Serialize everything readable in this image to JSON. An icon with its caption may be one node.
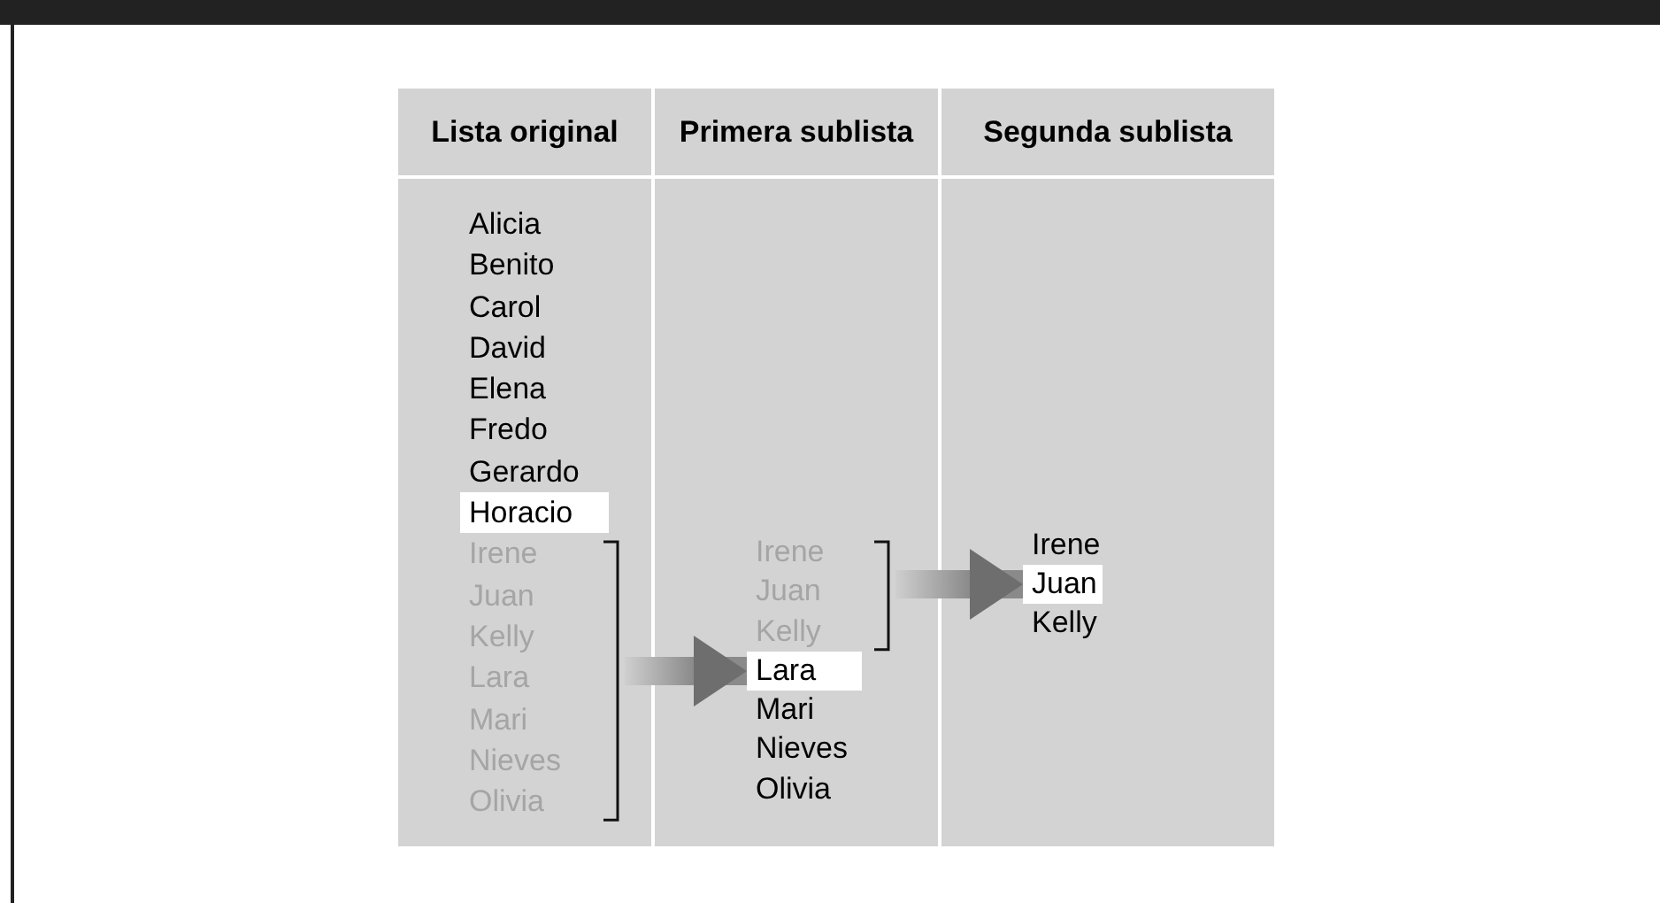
{
  "diagram": {
    "nodes": [
      {
        "text": [
          "Lista original",
          "Alicia",
          "Benito",
          "Carol",
          "David",
          "Elena",
          "Fredo",
          "Gerardo"
        ]
      },
      {
        "text": [
          "Horacio"
        ],
        "in": 0
      },
      {
        "text": [
          "Irene",
          "Juan",
          "Kelly",
          "Lara",
          "Mari",
          "Nieves",
          "Olivia"
        ],
        "in": 0
      },
      {
        "text": [
          "Primera sublista",
          "Mari",
          "Nieves",
          "Olivia"
        ]
      },
      {
        "text": [
          "Irene",
          "Juan",
          "Kelly"
        ],
        "in": 3
      },
      {
        "text": [
          "Lara"
        ],
        "in": 3
      },
      {
        "text": [
          "Segunda sublista",
          "Irene",
          "Kelly"
        ]
      },
      {
        "text": [
          "Juan"
        ],
        "in": 6
      }
    ],
    "edges": [
      {
        "from": 2,
        "to": 5,
        "arrow": "to"
      },
      {
        "from": 4,
        "to": 7,
        "arrow": "to"
      }
    ]
  }
}
